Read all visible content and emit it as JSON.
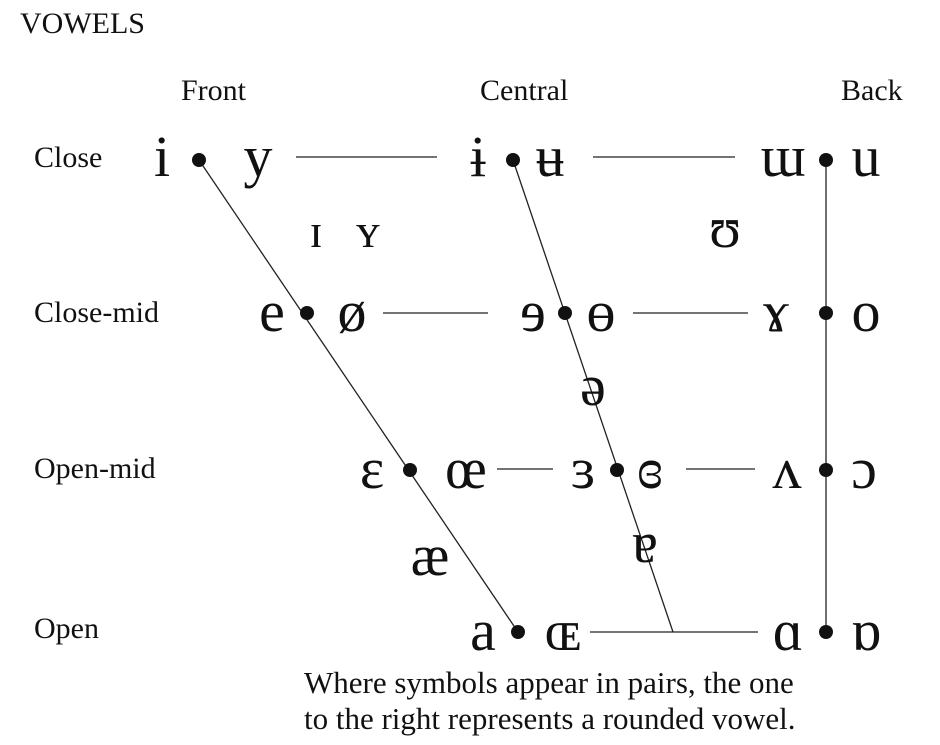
{
  "title": "VOWELS",
  "columns": {
    "front": "Front",
    "central": "Central",
    "back": "Back"
  },
  "rows": {
    "close": "Close",
    "close_mid": "Close-mid",
    "open_mid": "Open-mid",
    "open": "Open"
  },
  "vowels": {
    "close": [
      "i",
      "y",
      "ɨ",
      "ʉ",
      "ɯ",
      "u"
    ],
    "near_close": [
      "ɪ",
      "ʏ",
      "ʊ"
    ],
    "close_mid": [
      "e",
      "ø",
      "ɘ",
      "ɵ",
      "ɤ",
      "o"
    ],
    "mid": [
      "ə"
    ],
    "open_mid": [
      "ɛ",
      "œ",
      "ɜ",
      "ɞ",
      "ʌ",
      "ɔ"
    ],
    "near_open": [
      "æ",
      "ɐ"
    ],
    "open": [
      "a",
      "ɶ",
      "ɑ",
      "ɒ"
    ]
  },
  "note": {
    "line1": "Where symbols appear in pairs, the one",
    "line2": "to the right represents a rounded vowel."
  }
}
